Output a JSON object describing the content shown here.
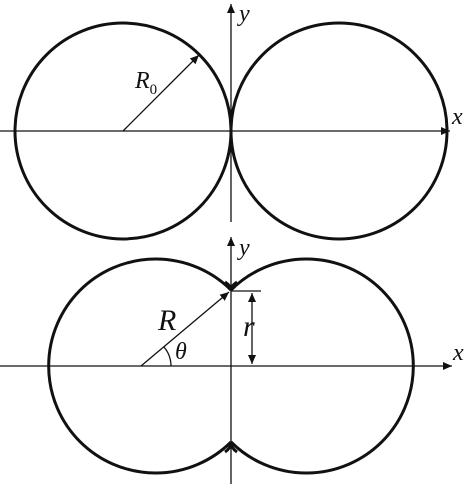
{
  "top_panel": {
    "x_label": "x",
    "y_label": "y",
    "radius_label": "R",
    "radius_subscript": "0"
  },
  "bottom_panel": {
    "x_label": "x",
    "y_label": "y",
    "radius_label": "R",
    "height_label": "r",
    "angle_label": "θ"
  }
}
